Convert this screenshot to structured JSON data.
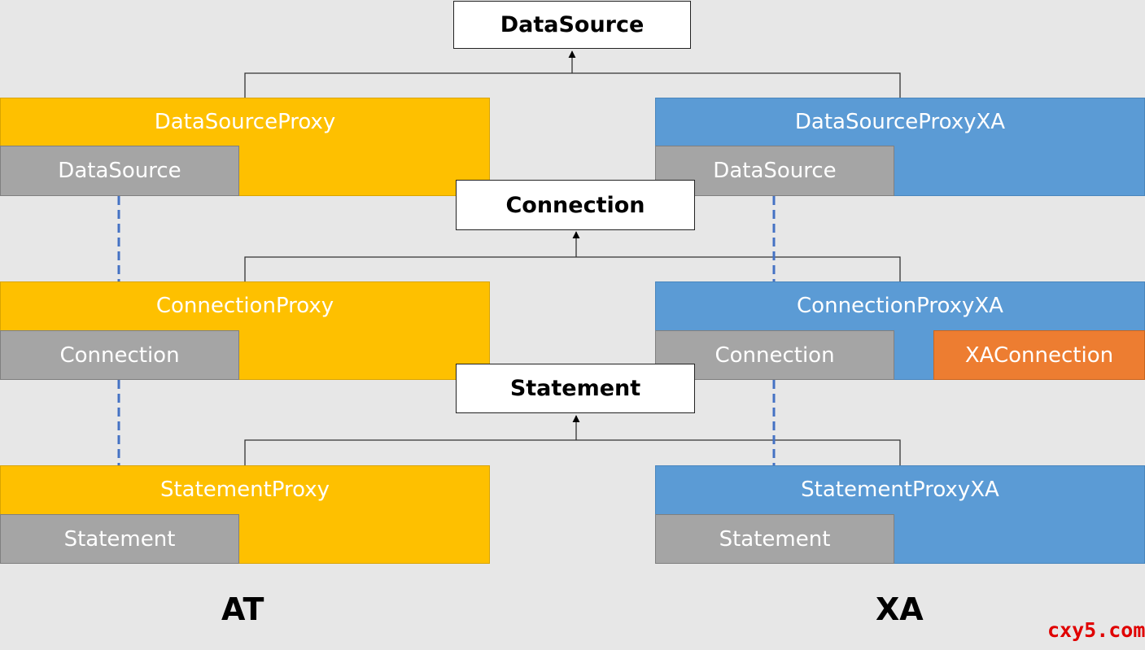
{
  "interfaces": {
    "datasource": "DataSource",
    "connection": "Connection",
    "statement": "Statement"
  },
  "at": {
    "label": "AT",
    "datasource_proxy": {
      "title": "DataSourceProxy",
      "inner": "DataSource"
    },
    "connection_proxy": {
      "title": "ConnectionProxy",
      "inner": "Connection"
    },
    "statement_proxy": {
      "title": "StatementProxy",
      "inner": "Statement"
    }
  },
  "xa": {
    "label": "XA",
    "datasource_proxy": {
      "title": "DataSourceProxyXA",
      "inner": "DataSource"
    },
    "connection_proxy": {
      "title": "ConnectionProxyXA",
      "inner": "Connection",
      "xa_connection": "XAConnection"
    },
    "statement_proxy": {
      "title": "StatementProxyXA",
      "inner": "Statement"
    }
  },
  "watermark": "cxy5.com",
  "colors": {
    "at_fill": "#fec000",
    "xa_fill": "#5b9bd5",
    "inner_fill": "#a5a5a5",
    "xa_connection_fill": "#ed7d31",
    "reference_arrow": "#4472c4",
    "xa_link_arrow": "#e00000"
  }
}
